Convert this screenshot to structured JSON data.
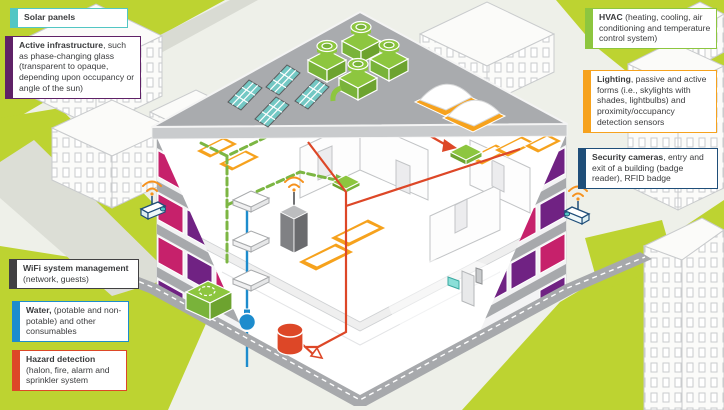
{
  "callouts": [
    {
      "id": "solar-panels",
      "bold": "Solar panels",
      "rest": "",
      "accent": "#52c6c4"
    },
    {
      "id": "active-infrastructure",
      "bold": "Active infrastructure",
      "rest": ", such as phase-changing glass (transparent to opaque, depending upon occupancy or angle of the sun)",
      "accent": "#5f2167"
    },
    {
      "id": "hvac",
      "bold": "HVAC",
      "rest": " (heating, cooling, air conditioning and temperature control system)",
      "accent": "#8dc63f"
    },
    {
      "id": "lighting",
      "bold": "Lighting",
      "rest": ", passive and active forms (i.e., skylights with shades, lightbulbs) and proximity/occupancy detection sensors",
      "accent": "#f6a21d"
    },
    {
      "id": "security",
      "bold": "Security cameras",
      "rest": ", entry and exit of a building (badge reader), RFID badge",
      "accent": "#1f4e79"
    },
    {
      "id": "wifi",
      "bold": "WiFi system management",
      "rest": " (network, guests)",
      "accent": "#414042"
    },
    {
      "id": "water",
      "bold": "Water,",
      "rest": " (potable and non-potable) and other consumables",
      "accent": "#1d8ccd"
    },
    {
      "id": "hazard",
      "bold": "Hazard detection",
      "rest": " (halon, fire, alarm and sprinkler system",
      "accent": "#dd4727"
    }
  ],
  "scene": {
    "description": "Isometric cutaway illustration of a smart building on a city block",
    "colors": {
      "canvas": "#eef0e9",
      "ground_lime": "#bdd331",
      "roof_gray": "#a9abae",
      "street_gray": "#dcded6",
      "solar_teal": "#74c8c4",
      "equipment_green": "#8dc63f",
      "accent_orange": "#f6a21d",
      "pipe_red": "#dd4727",
      "pipe_blue": "#1d8ccd",
      "panel_magenta": "#c6216b",
      "panel_purple": "#702283",
      "panel_violet": "#8e3a9e",
      "wifi_orange": "#f6921e",
      "sidewalk_gray": "#a7a9ac",
      "camera_navy": "#1f4e79"
    },
    "components": [
      "solar-panel-array",
      "hvac-rooftop-units",
      "roof-skylight-domes",
      "interior-skylight-frames",
      "hvac-duct-lines",
      "fire-sprinkler-pipes",
      "hazard-tank",
      "water-pipes",
      "water-meter",
      "water-fixtures",
      "wifi-server-rack",
      "occupancy-sensors",
      "security-camera-left",
      "security-camera-right",
      "curtain-wall-glass-panels",
      "entrance-badge-reader",
      "sidewalk",
      "city-buildings"
    ]
  }
}
